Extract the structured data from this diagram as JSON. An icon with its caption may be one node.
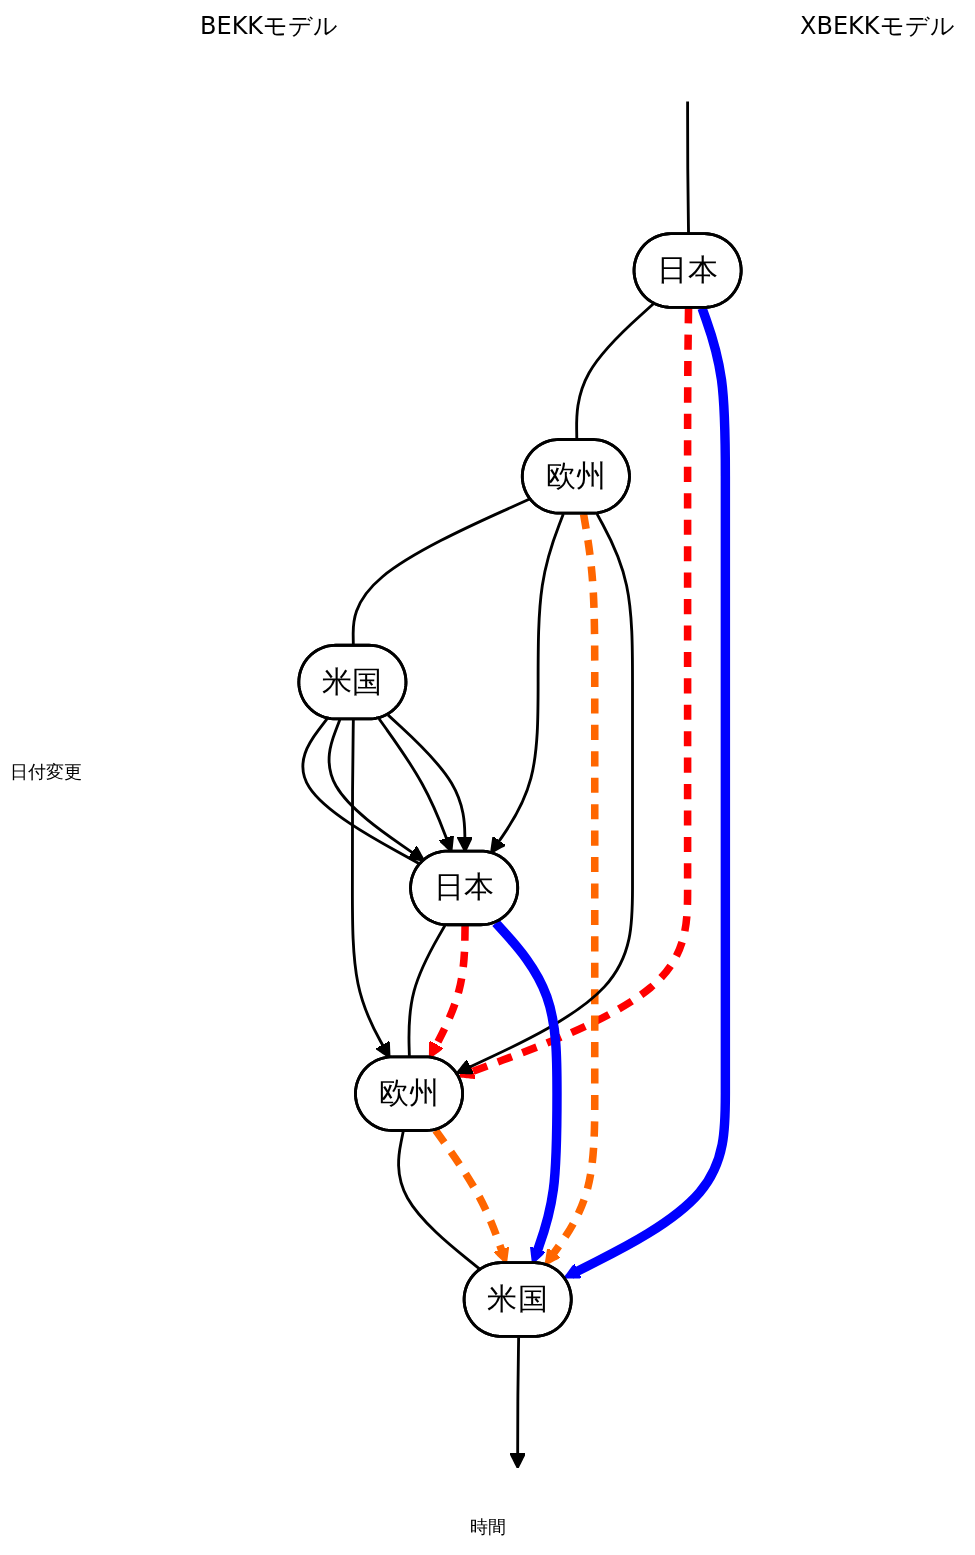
{
  "diagram": {
    "nodes": [
      {
        "text": [
          "日本"
        ]
      },
      {
        "text": [
          "欧州"
        ]
      },
      {
        "text": [
          "米国"
        ]
      },
      {
        "text": [
          "日本"
        ]
      },
      {
        "text": [
          "欧州"
        ]
      },
      {
        "text": [
          "米国"
        ]
      }
    ],
    "edges": [
      {
        "from": null,
        "to": 0,
        "arrow": "none"
      },
      {
        "from": 0,
        "to": 1,
        "arrow": "none"
      },
      {
        "from": 1,
        "to": 2,
        "arrow": "none"
      },
      {
        "from": 2,
        "to": 3,
        "arrow": "none"
      },
      {
        "from": 3,
        "to": 4,
        "arrow": "none"
      },
      {
        "from": 4,
        "to": 5,
        "arrow": "none"
      },
      {
        "from": 5,
        "to": null,
        "arrow": "to"
      },
      {
        "from": 1,
        "to": 3,
        "arrow": "to"
      },
      {
        "from": 2,
        "to": 3,
        "arrow": "to"
      },
      {
        "from": 2,
        "to": 4,
        "arrow": "to"
      },
      {
        "from": 0,
        "to": 4,
        "arrow": "to",
        "style": "dashed",
        "color": "#ff0000"
      },
      {
        "from": 1,
        "to": 5,
        "arrow": "to",
        "style": "dashed",
        "color": "#ff6600"
      },
      {
        "from": 0,
        "to": 5,
        "arrow": "to",
        "style": "thick",
        "color": "#0000ff"
      },
      {
        "from": 2,
        "to": 3,
        "arrow": "to"
      },
      {
        "from": 2,
        "to": 3,
        "arrow": "to"
      },
      {
        "from": 1,
        "to": 4,
        "arrow": "to"
      },
      {
        "from": 3,
        "to": 4,
        "arrow": "to",
        "style": "dashed",
        "color": "#ff0000"
      },
      {
        "from": 4,
        "to": 5,
        "arrow": "to",
        "style": "dashed",
        "color": "#ff6600"
      },
      {
        "from": 3,
        "to": 5,
        "arrow": "to",
        "style": "thick",
        "color": "#0000ff"
      }
    ],
    "labels": [
      "BEKKモデル",
      "XBEKKモデル",
      "日付変更",
      "時間"
    ]
  }
}
